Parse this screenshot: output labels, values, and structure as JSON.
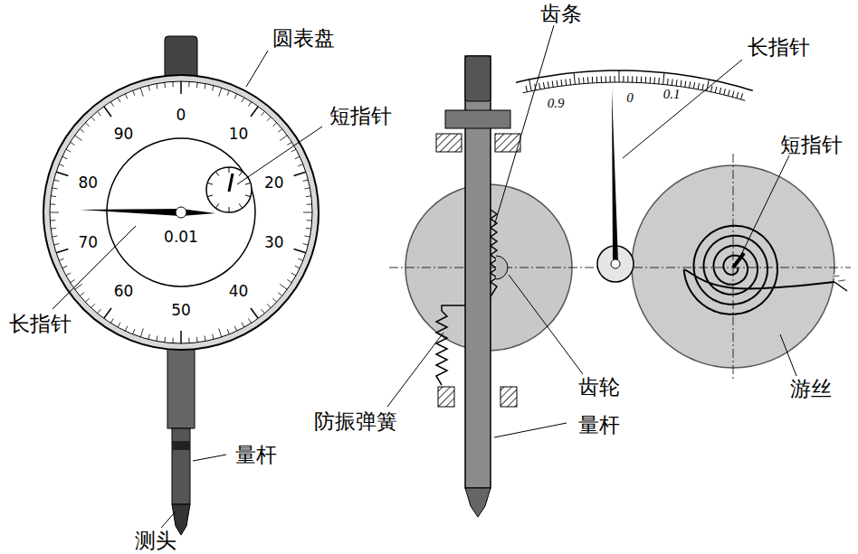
{
  "diagram": {
    "labels": [
      "圆表盘",
      "短指针",
      "长指针",
      "量杆",
      "测头",
      "0",
      "10",
      "20",
      "30",
      "40",
      "50",
      "60",
      "70",
      "80",
      "90",
      "0.01",
      "齿条",
      "长指针",
      "短指针",
      "齿轮",
      "防振弹簧",
      "量杆",
      "游丝",
      "0.9",
      "0",
      "0.1"
    ]
  }
}
